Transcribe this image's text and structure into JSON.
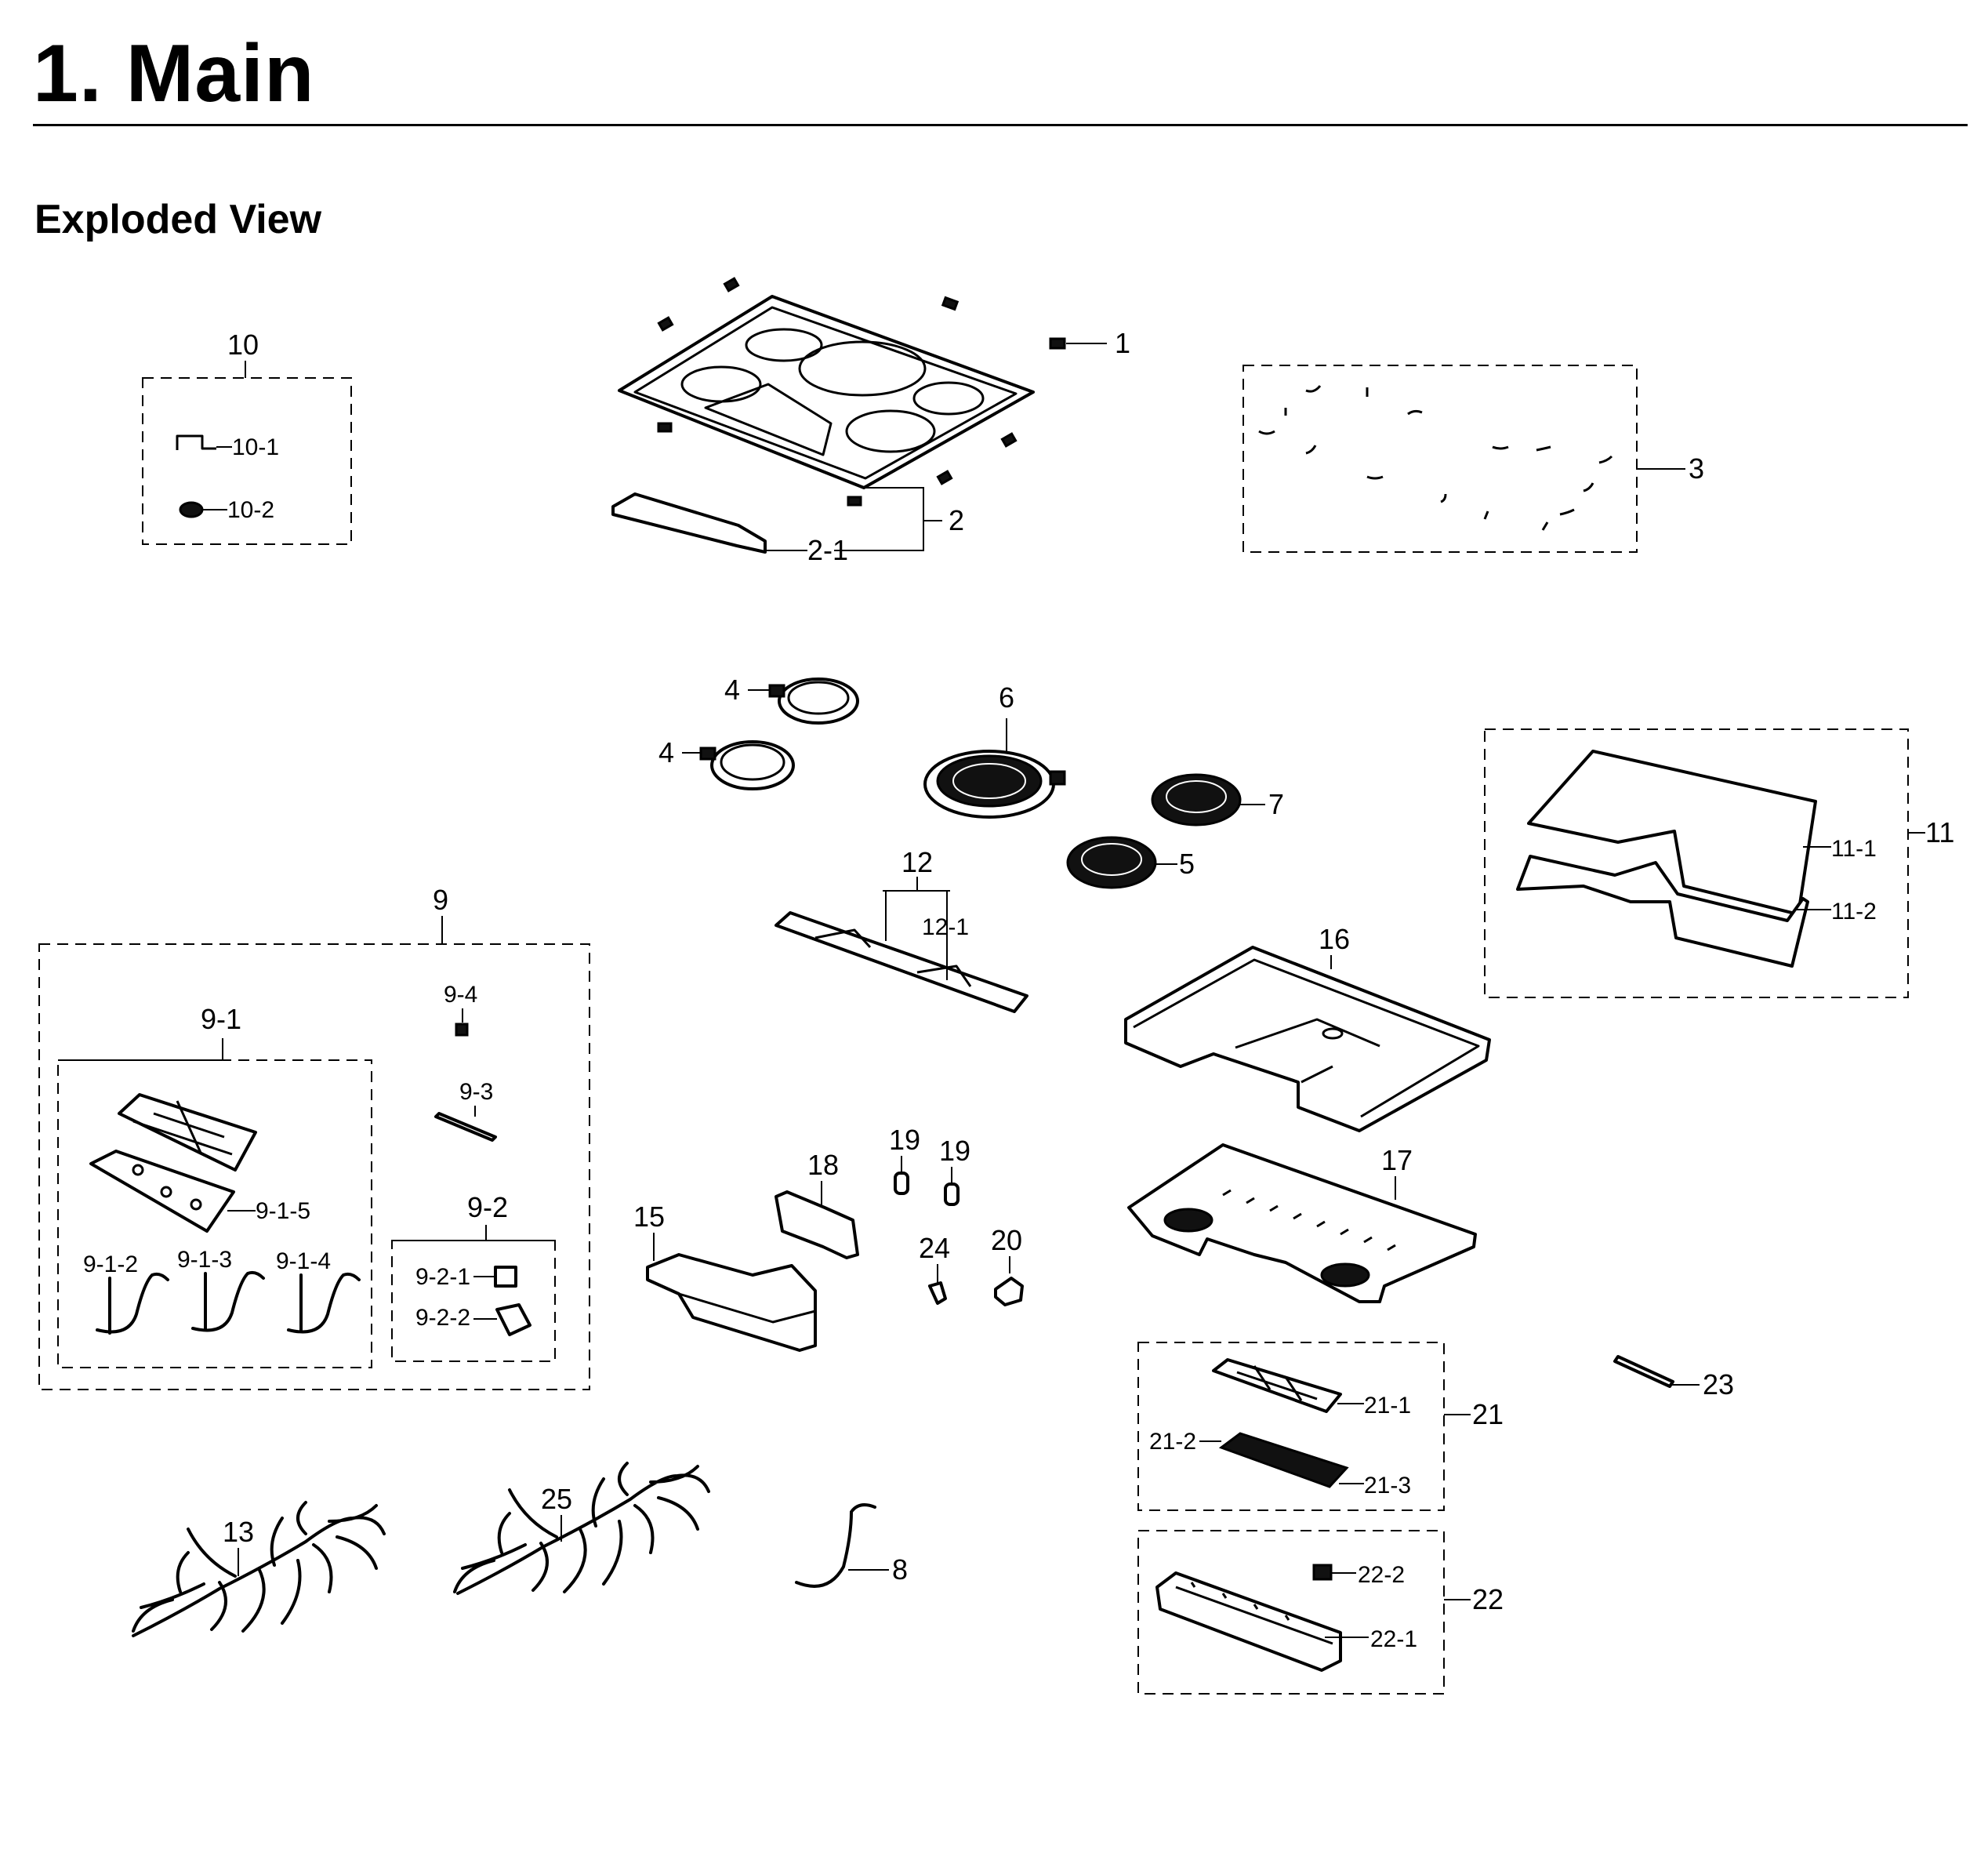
{
  "page": {
    "title": "1.  Main",
    "section_title": "Exploded View"
  },
  "parts": {
    "p1": "1",
    "p2": "2",
    "p2_1": "2-1",
    "p3": "3",
    "p4a": "4",
    "p4b": "4",
    "p5": "5",
    "p6": "6",
    "p7": "7",
    "p8": "8",
    "p9": "9",
    "p9_1": "9-1",
    "p9_1_2": "9-1-2",
    "p9_1_3": "9-1-3",
    "p9_1_4": "9-1-4",
    "p9_1_5": "9-1-5",
    "p9_2": "9-2",
    "p9_2_1": "9-2-1",
    "p9_2_2": "9-2-2",
    "p9_3": "9-3",
    "p9_4": "9-4",
    "p10": "10",
    "p10_1": "10-1",
    "p10_2": "10-2",
    "p11": "11",
    "p11_1": "11-1",
    "p11_2": "11-2",
    "p12": "12",
    "p12_1": "12-1",
    "p13": "13",
    "p15": "15",
    "p16": "16",
    "p17": "17",
    "p18": "18",
    "p19a": "19",
    "p19b": "19",
    "p20": "20",
    "p21": "21",
    "p21_1": "21-1",
    "p21_2": "21-2",
    "p21_3": "21-3",
    "p22": "22",
    "p22_1": "22-1",
    "p22_2": "22-2",
    "p23": "23",
    "p24": "24",
    "p25": "25"
  }
}
